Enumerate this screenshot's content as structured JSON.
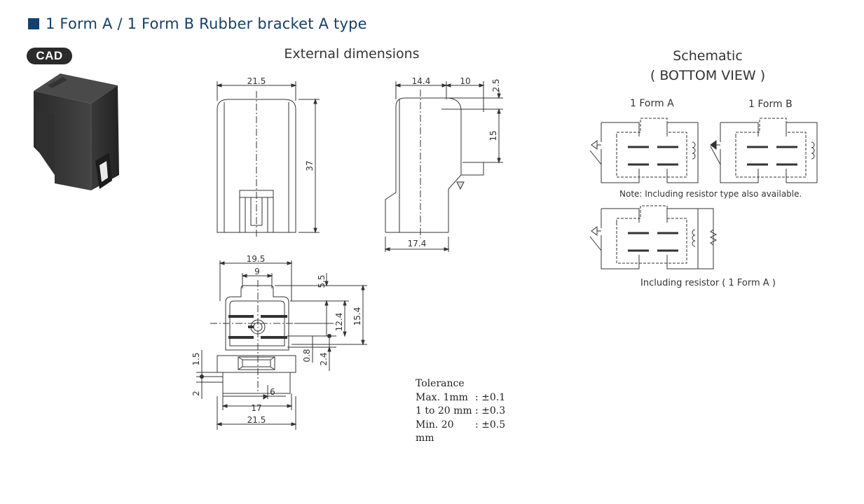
{
  "page": {
    "title": "1 Form A / 1 Form B Rubber bracket A type",
    "cad_badge": "CAD",
    "accent_color": "#14406e",
    "title_icon": "square-bullet-icon"
  },
  "external_dimensions": {
    "heading": "External dimensions",
    "front_view": {
      "width": "21.5",
      "height": "37"
    },
    "side_view": {
      "top_left": "14.4",
      "top_right": "10",
      "top_offset": "2.5",
      "tab_height": "15",
      "bottom_width": "17.4"
    },
    "bottom_view": {
      "outer_width": "19.5",
      "tab_width": "9",
      "tab_height": "5.5",
      "height_15_4": "15.4",
      "height_12_4": "12.4",
      "offset_0_8": "0.8",
      "offset_2_4": "2.4",
      "left_1_5": "1.5",
      "left_2": "2",
      "inner_6": "6",
      "inner_17": "17",
      "base_width": "21.5"
    }
  },
  "tolerance": {
    "title": "Tolerance",
    "rows": [
      {
        "range": "Max. 1mm",
        "value": ": ±0.1"
      },
      {
        "range": "1 to 20 mm",
        "value": ": ±0.3"
      },
      {
        "range": "Min. 20 mm",
        "value": ": ±0.5"
      }
    ]
  },
  "schematic": {
    "heading_line1": "Schematic",
    "heading_line2": "( BOTTOM VIEW )",
    "form_a_label": "1 Form A",
    "form_b_label": "1 Form B",
    "note": "Note: Including resistor type also available.",
    "resistor_caption": "Including resistor ( 1 Form A )"
  }
}
